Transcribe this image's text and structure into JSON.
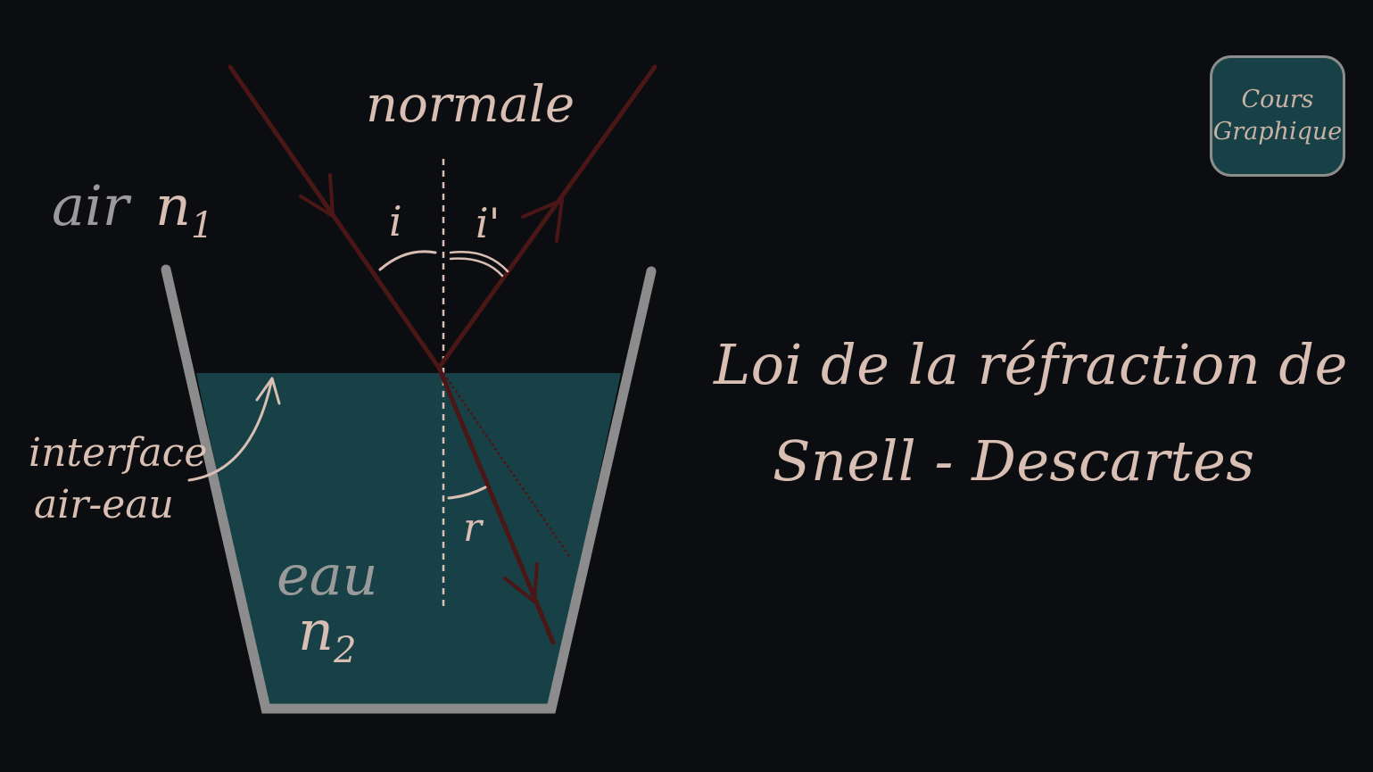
{
  "title": {
    "line1": "Loi de la réfraction de",
    "line2": "Snell - Descartes"
  },
  "logo": {
    "line1": "Cours",
    "line2": "Graphique"
  },
  "diagram": {
    "normal_label": "normale",
    "air_label": "air",
    "n1_base": "n",
    "n1_sub": "1",
    "water_label": "eau",
    "n2_base": "n",
    "n2_sub": "2",
    "interface_line1": "interface",
    "interface_line2": "air-eau",
    "angle_incidence": "i",
    "angle_reflection": "i'",
    "angle_refraction": "r"
  },
  "colors": {
    "background": "#0b0d11",
    "water": "#174146",
    "glass": "#8c8c8c",
    "ray": "#4a1616",
    "label_pink": "#d9bfb3",
    "label_grey": "#9a9a9a"
  }
}
